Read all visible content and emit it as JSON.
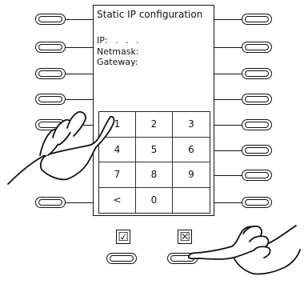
{
  "screen": {
    "title": "Static IP configuration",
    "ip_label": "IP:",
    "ip_value": ". . .",
    "netmask_label": "Netmask:",
    "gateway_label": "Gateway:"
  },
  "keypad": {
    "keys": [
      "1",
      "2",
      "3",
      "4",
      "5",
      "6",
      "7",
      "8",
      "9",
      "<",
      "0",
      ""
    ]
  },
  "actions": {
    "confirm_icon": "☑",
    "cancel_icon": "☒"
  },
  "icons": {
    "confirm": "checkbox-checked-icon",
    "cancel": "checkbox-cross-icon",
    "hand": "pointing-hand-icon"
  }
}
